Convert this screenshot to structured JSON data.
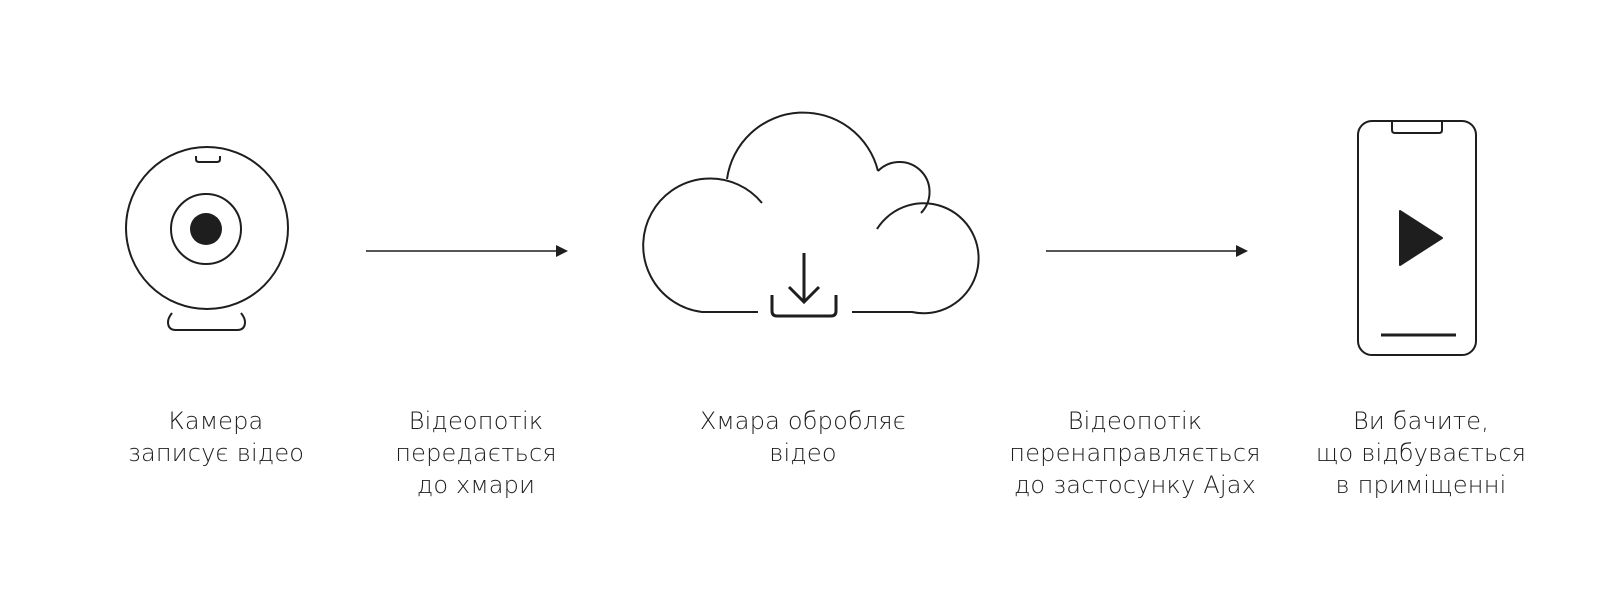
{
  "colors": {
    "ink": "#1e1e1e",
    "background": "#ffffff"
  },
  "steps": [
    {
      "icon": "camera-icon",
      "caption": [
        "Камера",
        "записує відео"
      ]
    },
    {
      "icon": "arrow-right-icon",
      "caption": [
        "Відеопотік",
        "передається",
        "до хмари"
      ]
    },
    {
      "icon": "cloud-download-icon",
      "caption": [
        "Хмара обробляє",
        "відео"
      ]
    },
    {
      "icon": "arrow-right-icon",
      "caption": [
        "Відеопотік",
        "перенаправляється",
        "до застосунку Ajax"
      ]
    },
    {
      "icon": "smartphone-play-icon",
      "caption": [
        "Ви бачите,",
        "що відбувається",
        "в приміщенні"
      ]
    }
  ]
}
